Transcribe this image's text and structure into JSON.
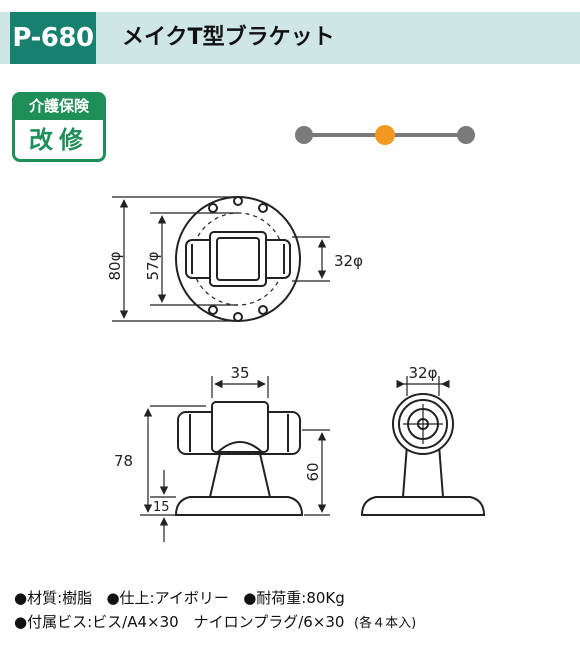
{
  "header": {
    "code": "P-680",
    "title": "メイクT型ブラケット"
  },
  "care_badge": {
    "top": "介護保険",
    "bottom": "改修"
  },
  "dimensions": {
    "top_outer_diameter": "80φ",
    "top_inner_diameter": "57φ",
    "top_right_diameter": "32φ",
    "front_width": "35",
    "front_total_height": "78",
    "front_center_height": "60",
    "front_base_height": "15",
    "side_diameter": "32φ"
  },
  "specs": {
    "line1_material": "●材質:樹脂",
    "line1_finish": "●仕上:アイボリー",
    "line1_load": "●耐荷重:80Kg",
    "line2_main": "●付属ビス:ビス/A4×30　ナイロンプラグ/6×30",
    "line2_note": "(各４本入)"
  },
  "colors": {
    "header_bg": "#cfe6e6",
    "badge_bg": "#17806f",
    "care_green": "#1f8f5a",
    "indicator_gray": "#7a7a7a",
    "indicator_orange": "#f29a1f"
  },
  "icons": [
    "position-indicator-icon"
  ]
}
